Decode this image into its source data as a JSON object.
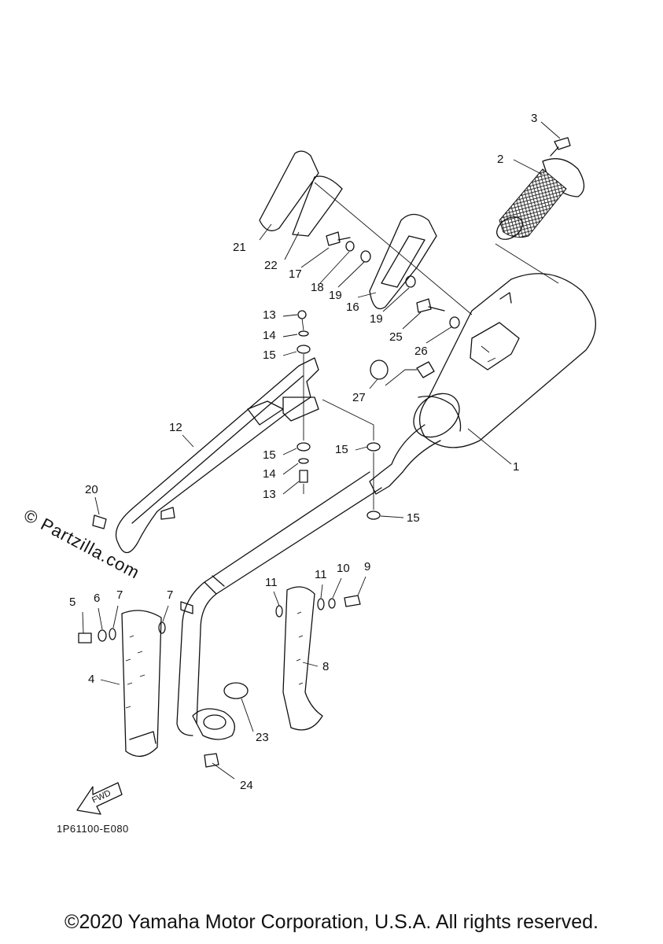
{
  "diagram": {
    "code": "1P61100-E080",
    "watermark": "© Partzilla.com",
    "copyright": "©2020 Yamaha Motor Corporation, U.S.A. All rights reserved.",
    "fwd_label": "FWD",
    "callouts": [
      {
        "id": "c1",
        "text": "1"
      },
      {
        "id": "c2",
        "text": "2"
      },
      {
        "id": "c3",
        "text": "3"
      },
      {
        "id": "c4",
        "text": "4"
      },
      {
        "id": "c5",
        "text": "5"
      },
      {
        "id": "c6",
        "text": "6"
      },
      {
        "id": "c7a",
        "text": "7"
      },
      {
        "id": "c7b",
        "text": "7"
      },
      {
        "id": "c8",
        "text": "8"
      },
      {
        "id": "c9",
        "text": "9"
      },
      {
        "id": "c10",
        "text": "10"
      },
      {
        "id": "c11a",
        "text": "11"
      },
      {
        "id": "c11b",
        "text": "11"
      },
      {
        "id": "c12",
        "text": "12"
      },
      {
        "id": "c13a",
        "text": "13"
      },
      {
        "id": "c13b",
        "text": "13"
      },
      {
        "id": "c14a",
        "text": "14"
      },
      {
        "id": "c14b",
        "text": "14"
      },
      {
        "id": "c15a",
        "text": "15"
      },
      {
        "id": "c15b",
        "text": "15"
      },
      {
        "id": "c15c",
        "text": "15"
      },
      {
        "id": "c15d",
        "text": "15"
      },
      {
        "id": "c16",
        "text": "16"
      },
      {
        "id": "c17",
        "text": "17"
      },
      {
        "id": "c18",
        "text": "18"
      },
      {
        "id": "c19a",
        "text": "19"
      },
      {
        "id": "c19b",
        "text": "19"
      },
      {
        "id": "c20",
        "text": "20"
      },
      {
        "id": "c21",
        "text": "21"
      },
      {
        "id": "c22",
        "text": "22"
      },
      {
        "id": "c23",
        "text": "23"
      },
      {
        "id": "c24",
        "text": "24"
      },
      {
        "id": "c25",
        "text": "25"
      },
      {
        "id": "c26",
        "text": "26"
      },
      {
        "id": "c27",
        "text": "27"
      }
    ]
  }
}
